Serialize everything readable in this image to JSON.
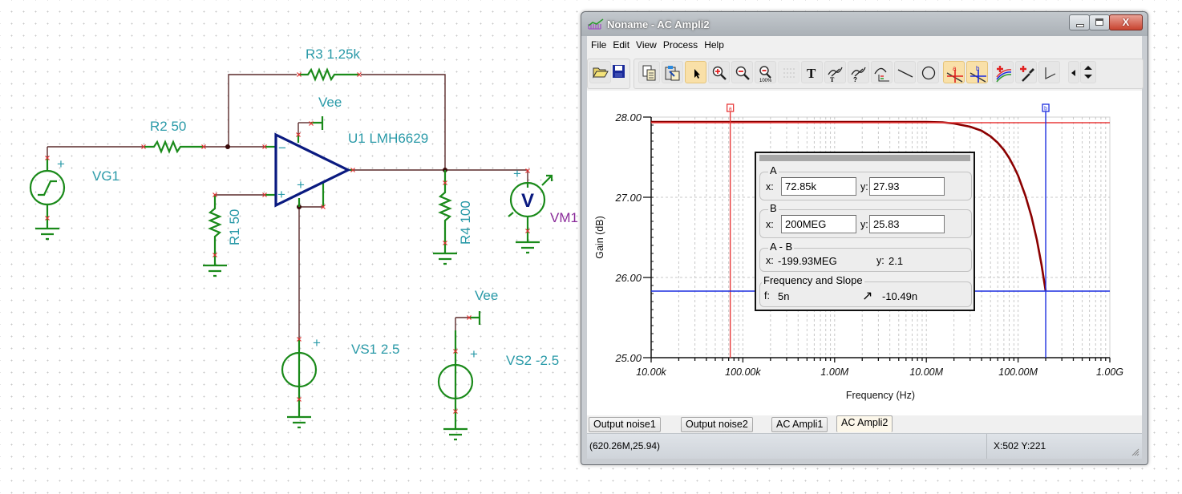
{
  "schematic": {
    "components": [
      {
        "ref": "VG1",
        "label": "VG1",
        "type": "signal-generator"
      },
      {
        "ref": "R2",
        "label": "R2 50",
        "type": "resistor",
        "value": "50"
      },
      {
        "ref": "R3",
        "label": "R3 1.25k",
        "type": "resistor",
        "value": "1.25k"
      },
      {
        "ref": "R1",
        "label": "R1 50",
        "type": "resistor",
        "value": "50"
      },
      {
        "ref": "R4",
        "label": "R4 100",
        "type": "resistor",
        "value": "100"
      },
      {
        "ref": "U1",
        "label": "U1 LMH6629",
        "type": "op-amp"
      },
      {
        "ref": "VM1",
        "label": "VM1",
        "type": "voltmeter",
        "glyph": "V"
      },
      {
        "ref": "VS1",
        "label": "VS1 2.5",
        "type": "dc-source",
        "value": "2.5"
      },
      {
        "ref": "VS2",
        "label": "VS2 -2.5",
        "type": "dc-source",
        "value": "-2.5"
      }
    ],
    "net_labels": [
      "Vee",
      "Vee"
    ],
    "plus_sign": "+",
    "minus_sign": "−"
  },
  "window": {
    "title": "Noname - AC Ampli2",
    "close_glyph": "X",
    "menu": [
      "File",
      "Edit",
      "View",
      "Process",
      "Help"
    ],
    "toolbar": [
      {
        "name": "open",
        "icon": "folder-open-icon"
      },
      {
        "name": "save",
        "icon": "floppy-disk-icon"
      },
      {
        "name": "copy",
        "icon": "copy-icon"
      },
      {
        "name": "paste",
        "icon": "paste-icon"
      },
      {
        "name": "select",
        "icon": "pointer-arrow-icon",
        "active": true
      },
      {
        "name": "zoom-in",
        "icon": "zoom-in-icon"
      },
      {
        "name": "zoom-out",
        "icon": "zoom-out-icon"
      },
      {
        "name": "zoom-100",
        "icon": "zoom-100-icon",
        "caption": "100%"
      },
      {
        "name": "grid",
        "icon": "grid-icon"
      },
      {
        "name": "text",
        "icon": "text-icon",
        "caption": "T"
      },
      {
        "name": "curve-label",
        "icon": "curve-label-icon"
      },
      {
        "name": "curve-query",
        "icon": "curve-query-icon"
      },
      {
        "name": "curve-legend",
        "icon": "curve-legend-icon"
      },
      {
        "name": "line",
        "icon": "line-icon"
      },
      {
        "name": "ellipse",
        "icon": "ellipse-icon"
      },
      {
        "name": "cursor-a",
        "icon": "cursor-a-icon",
        "caption": "a",
        "active": true
      },
      {
        "name": "cursor-b",
        "icon": "cursor-b-icon",
        "caption": "b",
        "active": true
      },
      {
        "name": "add-curve",
        "icon": "add-curves-icon"
      },
      {
        "name": "add-picker",
        "icon": "add-dropper-icon"
      },
      {
        "name": "play",
        "icon": "triangle-right-icon"
      },
      {
        "name": "scroll-left",
        "icon": "arrow-left-icon"
      },
      {
        "name": "scroll-updown",
        "icon": "arrow-updown-icon"
      }
    ],
    "tabs": [
      {
        "label": "Output noise1",
        "active": false
      },
      {
        "label": "Output noise2",
        "active": false
      },
      {
        "label": "AC Ampli1",
        "active": false
      },
      {
        "label": "AC Ampli2",
        "active": true
      }
    ],
    "status": {
      "left": "(620.26M,25.94)",
      "right": "X:502  Y:221"
    }
  },
  "cursor_panel": {
    "a": {
      "legend": "A",
      "x_label": "x:",
      "x": "72.85k",
      "y_label": "y:",
      "y": "27.93"
    },
    "b": {
      "legend": "B",
      "x_label": "x:",
      "x": "200MEG",
      "y_label": "y:",
      "y": "25.83"
    },
    "diff": {
      "legend": "A - B",
      "x_label": "x:",
      "x": "-199.93MEG",
      "y_label": "y:",
      "y": "2.1"
    },
    "freq_slope": {
      "legend": "Frequency and Slope",
      "f_label": "f:",
      "f": "5n",
      "slope_glyph": "↗",
      "slope": "-10.49n"
    }
  },
  "chart_data": {
    "type": "line",
    "title": "",
    "xlabel": "Frequency (Hz)",
    "ylabel": "Gain (dB)",
    "xscale": "log",
    "xlim": [
      10000,
      1000000000
    ],
    "ylim": [
      25.0,
      28.0
    ],
    "xticks": [
      10000,
      100000,
      1000000,
      10000000,
      100000000,
      1000000000
    ],
    "xtick_labels": [
      "10.00k",
      "100.00k",
      "1.00M",
      "10.00M",
      "100.00M",
      "1.00G"
    ],
    "yticks": [
      25,
      26,
      27,
      28
    ],
    "ytick_labels": [
      "25.00",
      "26.00",
      "27.00",
      "28.00"
    ],
    "grid": true,
    "series": [
      {
        "name": "Gain",
        "color": "#8b0000",
        "x": [
          10000,
          100000,
          1000000,
          10000000,
          15000000,
          20000000,
          30000000,
          40000000,
          50000000,
          60000000,
          70000000,
          80000000,
          90000000,
          100000000,
          120000000,
          140000000,
          160000000,
          180000000,
          200000000
        ],
        "y": [
          27.94,
          27.94,
          27.94,
          27.94,
          27.935,
          27.92,
          27.88,
          27.83,
          27.76,
          27.68,
          27.59,
          27.49,
          27.38,
          27.27,
          27.02,
          26.76,
          26.47,
          26.16,
          25.83
        ]
      }
    ],
    "cursors": [
      {
        "name": "a",
        "x": 72850,
        "y": 27.93,
        "color": "#e83a3a"
      },
      {
        "name": "b",
        "x": 200000000,
        "y": 25.83,
        "color": "#1c2ee0"
      }
    ]
  }
}
